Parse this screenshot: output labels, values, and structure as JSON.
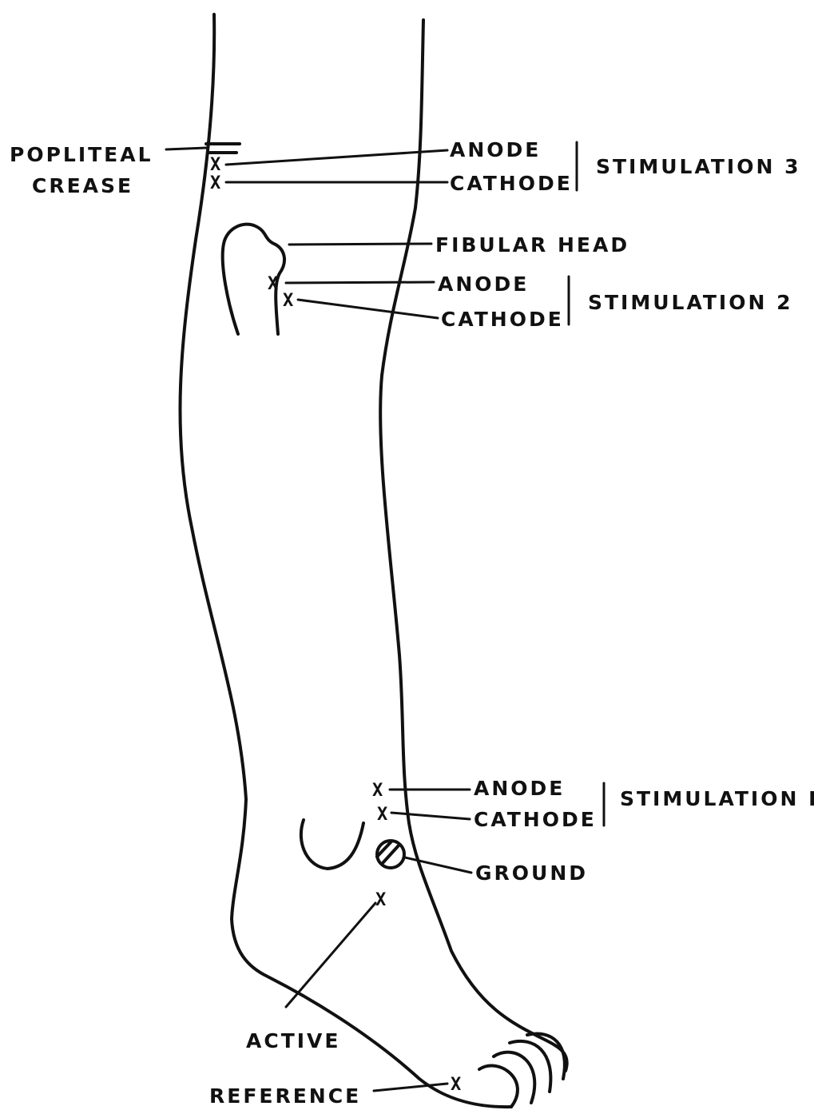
{
  "labels": {
    "popliteal_crease_line1": "POPLITEAL",
    "popliteal_crease_line2": "CREASE",
    "anode_3": "ANODE",
    "cathode_3": "CATHODE",
    "stimulation_3": "STIMULATION 3",
    "fibular_head": "FIBULAR HEAD",
    "anode_2": "ANODE",
    "cathode_2": "CATHODE",
    "stimulation_2": "STIMULATION 2",
    "anode_1": "ANODE",
    "cathode_1": "CATHODE",
    "stimulation_1": "STIMULATION I",
    "ground": "GROUND",
    "active": "ACTIVE",
    "reference": "REFERENCE"
  },
  "marker_glyph": "X",
  "colors": {
    "ink": "#111111",
    "paper": "#ffffff"
  }
}
